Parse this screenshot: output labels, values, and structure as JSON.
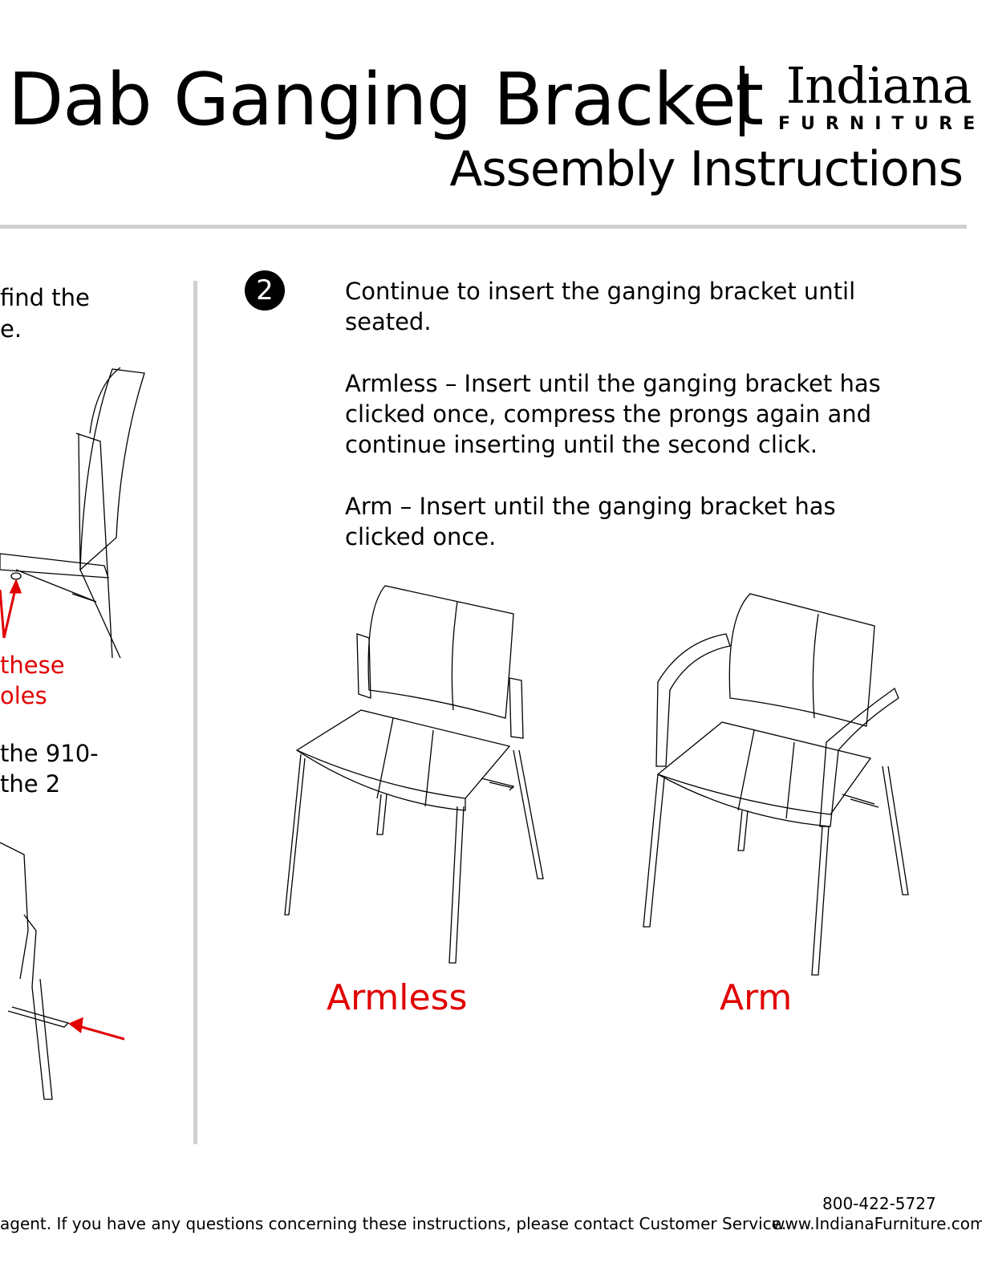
{
  "header": {
    "title": "Dab Ganging Bracket",
    "logo_name": "Indiana",
    "logo_sub": "FURNITURE",
    "subtitle": "Assembly Instructions"
  },
  "left_column": {
    "line1": "find the",
    "line2": "e.",
    "callout_line1": "these",
    "callout_line2": "oles",
    "line3": "the 910-",
    "line4": "the 2"
  },
  "step2": {
    "number": "2",
    "para1": "Continue to insert the ganging bracket until seated.",
    "para2": "Armless – Insert until the ganging bracket has clicked once, compress the prongs again and continue inserting until the second click.",
    "para3": "Arm – Insert until the ganging bracket has clicked once.",
    "label_armless": "Armless",
    "label_arm": "Arm"
  },
  "footer": {
    "disclaimer": "agent. If you have any questions concerning these instructions, please contact Customer Service.",
    "phone": "800-422-5727",
    "website": "www.IndianaFurniture.com"
  },
  "colors": {
    "accent": "#e00000",
    "rule": "#d0d0d0"
  }
}
